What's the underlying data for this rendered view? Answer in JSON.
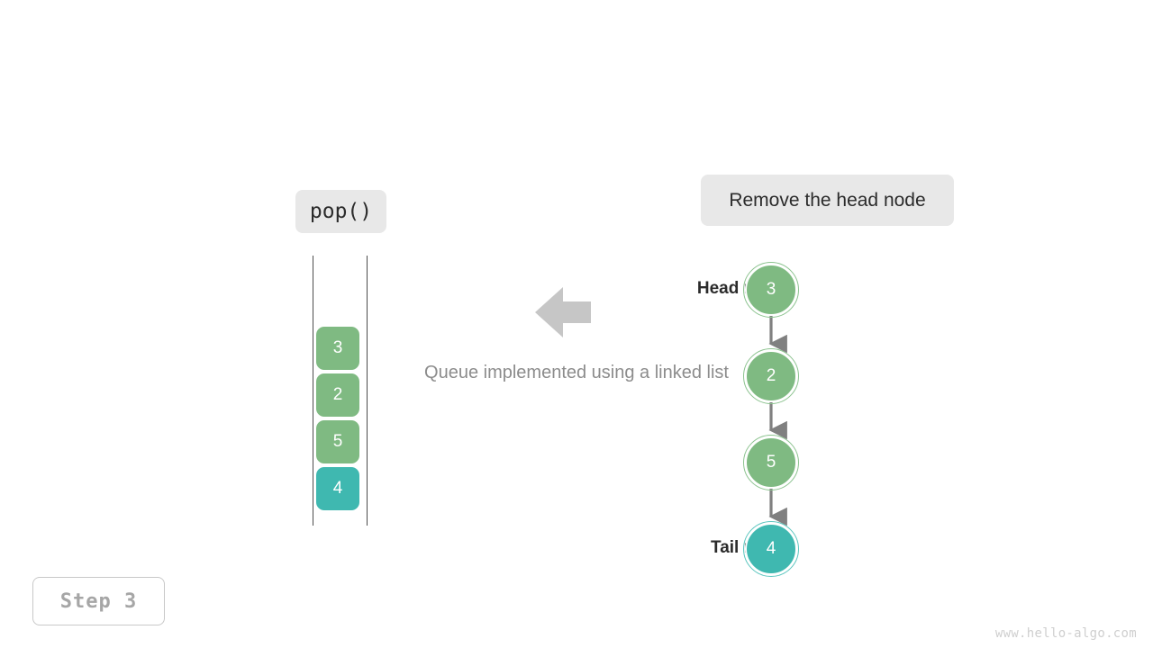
{
  "palette": {
    "green": "#7fba82",
    "green_ring": "#8cc38f",
    "teal": "#3fb8b0",
    "teal_ring": "#5cc6bf",
    "chip_bg": "#e8e8e8",
    "arrow_gray": "#c6c6c6",
    "link_gray": "#808080",
    "rail": "#4d4d4d",
    "caption_gray": "#8c8c8c",
    "badge_border": "#c8c8c8",
    "badge_text": "#a6a6a6",
    "watermark": "#cfcfcf"
  },
  "operation": {
    "label": "pop()"
  },
  "action": {
    "label": "Remove the head node"
  },
  "caption": {
    "text": "Queue implemented using a linked list"
  },
  "step_badge": {
    "label": "Step 3"
  },
  "watermark": {
    "text": "www.hello-algo.com"
  },
  "flow_arrow": {
    "icon": "arrow-left-icon",
    "direction": "left"
  },
  "queue_column": {
    "cells": [
      {
        "value": "3",
        "color": "#7fba82"
      },
      {
        "value": "2",
        "color": "#7fba82"
      },
      {
        "value": "5",
        "color": "#7fba82"
      },
      {
        "value": "4",
        "color": "#3fb8b0"
      }
    ]
  },
  "linked_list": {
    "head_label": "Head node",
    "tail_label": "Tail node",
    "nodes": [
      {
        "value": "3",
        "color": "#7fba82",
        "ring": "#8cc38f",
        "role": "head"
      },
      {
        "value": "2",
        "color": "#7fba82",
        "ring": "#8cc38f",
        "role": "middle"
      },
      {
        "value": "5",
        "color": "#7fba82",
        "ring": "#8cc38f",
        "role": "middle"
      },
      {
        "value": "4",
        "color": "#3fb8b0",
        "ring": "#5cc6bf",
        "role": "tail"
      }
    ],
    "link_count": 3
  }
}
